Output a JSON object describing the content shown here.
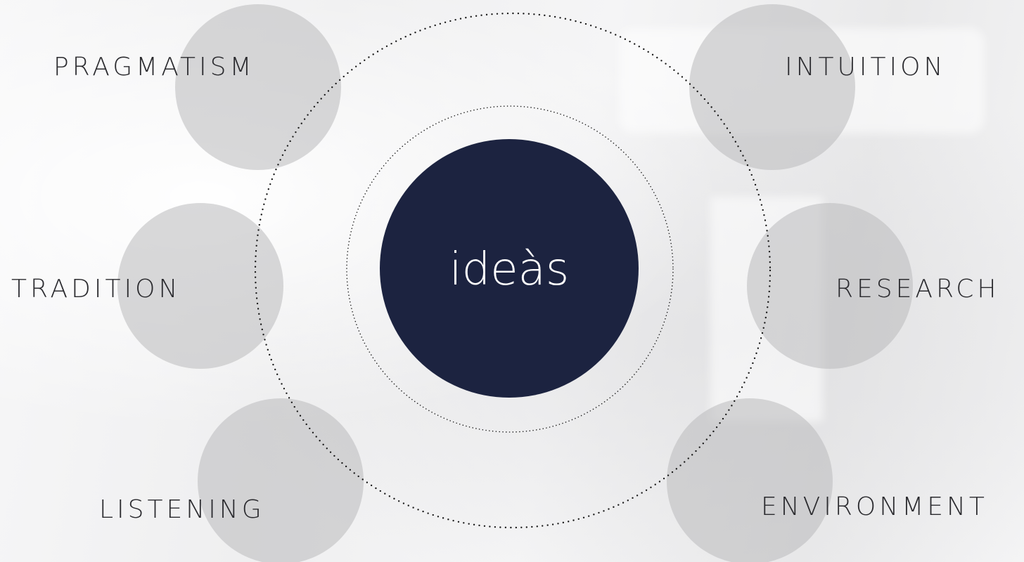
{
  "center": {
    "label": "ideàs",
    "color": "#1c2340"
  },
  "nodes": [
    {
      "id": "pragmatism",
      "label": "PRAGMATISM"
    },
    {
      "id": "intuition",
      "label": "INTUITION"
    },
    {
      "id": "tradition",
      "label": "TRADITION"
    },
    {
      "id": "research",
      "label": "RESEARCH"
    },
    {
      "id": "listening",
      "label": "LISTENING"
    },
    {
      "id": "environment",
      "label": "ENVIRONMENT"
    }
  ],
  "colors": {
    "node_fill": "#b9b9bb",
    "text": "#2a2a2e",
    "dots": "#1a1a1a"
  }
}
